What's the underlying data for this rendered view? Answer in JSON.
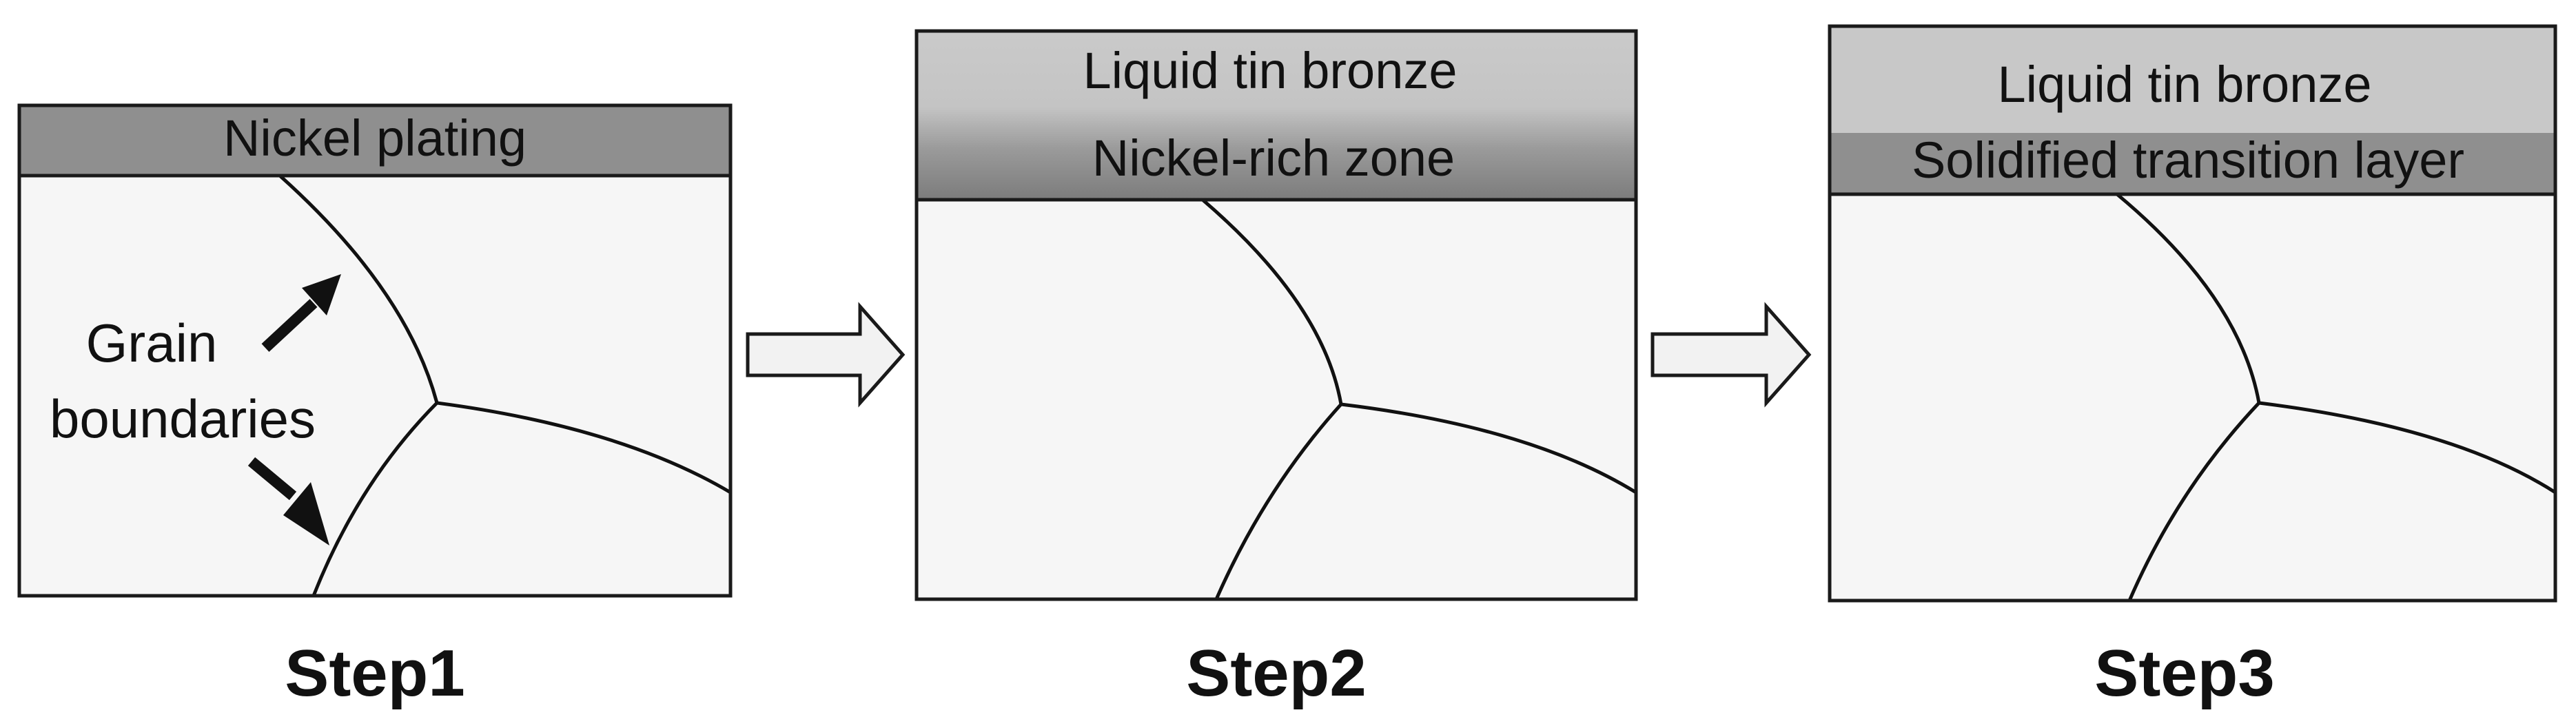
{
  "steps": [
    {
      "label": "Step1",
      "layers": [
        {
          "text": "Nickel plating",
          "color": "#8f8f8f"
        }
      ],
      "annotation": {
        "lines": [
          "Grain",
          "boundaries"
        ]
      }
    },
    {
      "label": "Step2",
      "layers": [
        {
          "text": "Liquid tin bronze",
          "color": "#c8c8c8"
        },
        {
          "text": "Nickel-rich zone",
          "color": "#7d7d7d"
        }
      ]
    },
    {
      "label": "Step3",
      "layers": [
        {
          "text": "Liquid tin bronze",
          "color": "#c8c8c8"
        },
        {
          "text": "Solidified transition layer",
          "color": "#8f8f8f"
        }
      ]
    }
  ],
  "colors": {
    "grain_fill": "#f6f6f6",
    "outline": "#1a1a1a",
    "arrow_fill": "#f2f2f2"
  }
}
